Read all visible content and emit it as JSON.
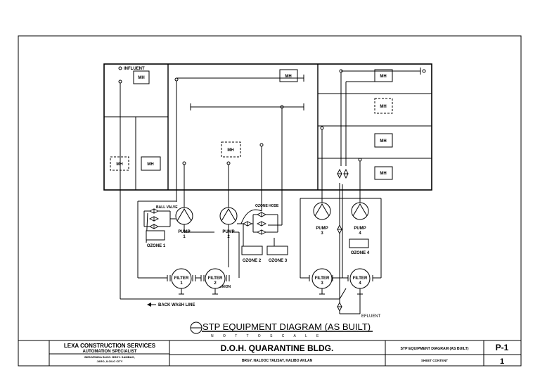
{
  "diagram": {
    "labels": {
      "influent": "INFLUENT",
      "mh": "MH",
      "ball_valve": "BALL VALVE",
      "ozone_hose": "OZONE HOSE",
      "union": "UNION",
      "back_wash_line": "BACK WASH LINE",
      "effluent": "EFLUENT"
    },
    "pumps": [
      {
        "name": "PUMP",
        "num": "1"
      },
      {
        "name": "PUMP",
        "num": "2"
      },
      {
        "name": "PUMP",
        "num": "3"
      },
      {
        "name": "PUMP",
        "num": "4"
      }
    ],
    "filters": [
      {
        "name": "FILTER",
        "num": "1"
      },
      {
        "name": "FILTER",
        "num": "2"
      },
      {
        "name": "FILTER",
        "num": "3"
      },
      {
        "name": "FILTER",
        "num": "4"
      }
    ],
    "ozone": [
      "OZONE 1",
      "OZONE 2",
      "OZONE 3",
      "OZONE 4"
    ]
  },
  "drawing": {
    "title": "STP EQUIPMENT DIAGRAM (AS BUILT)",
    "subtitle": "N O T   T O   S C A L E"
  },
  "title_block": {
    "company": "LEXA CONSTRUCTION SERVICES",
    "company_sub": "AUTOMATION SPECIALIST",
    "address1": "BIENVENIDA BLDG. BRGY. SAMBAG,",
    "address2": "JARO, ILOILO CITY",
    "project": "D.O.H. QUARANTINE BLDG.",
    "location": "BRGY. NALOOC TALISAY, KALIBO AKLAN",
    "sheet_title": "STP EQUIPMENT DIAGRAM (AS BUILT)",
    "sheet_content_label": "SHEET CONTENT",
    "sheet_code": "P-1",
    "sheet_number": "1"
  }
}
